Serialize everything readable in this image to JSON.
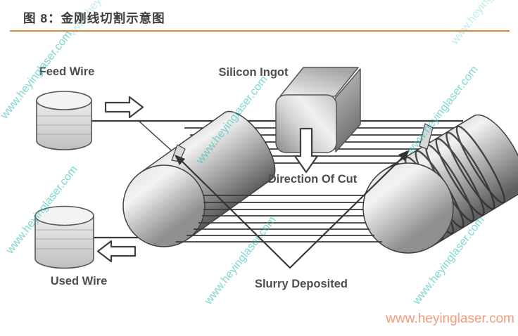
{
  "header": {
    "title": "图 8：金刚线切割示意图",
    "rule_color": "#dd8a3e"
  },
  "diagram": {
    "labels": {
      "feed_wire": "Feed Wire",
      "silicon_ingot": "Silicon Ingot",
      "direction_of_cut": "Direction Of Cut",
      "used_wire": "Used Wire",
      "slurry_deposited": "Slurry Deposited"
    }
  },
  "watermark": {
    "text": "www.heyinglaser.com",
    "color": "#2fc0ba"
  },
  "footer_watermark": {
    "text": "www.heyinglaser.com",
    "color": "#f49b7c"
  }
}
